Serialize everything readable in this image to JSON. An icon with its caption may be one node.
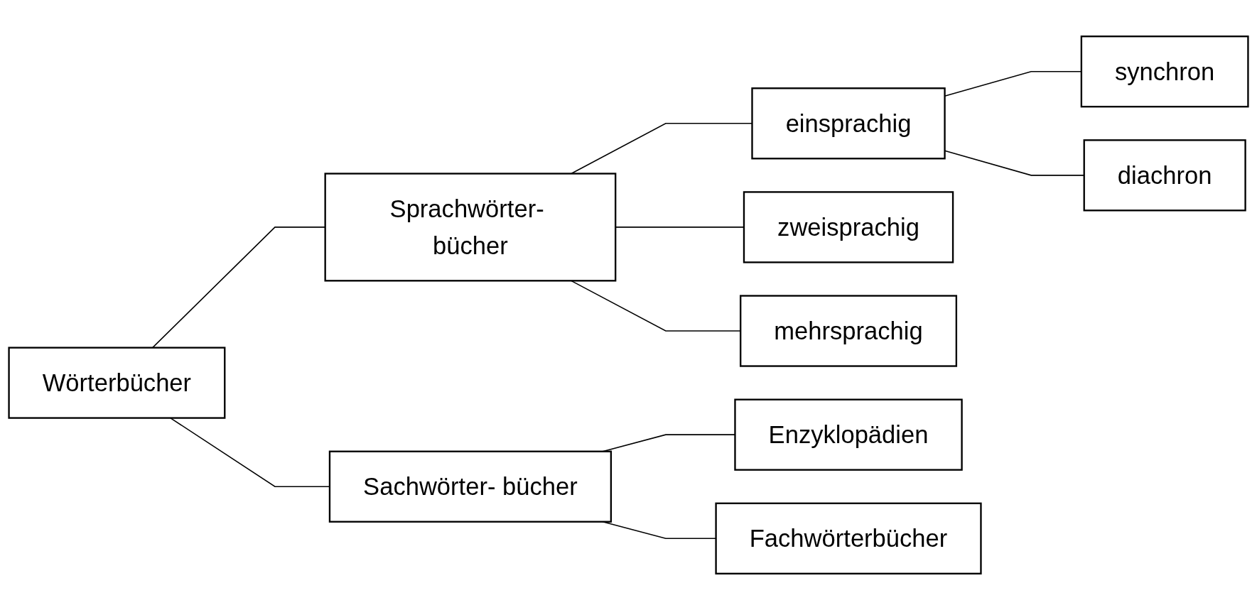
{
  "diagram": {
    "nodes": [
      {
        "text": [
          "Wörterbücher"
        ]
      },
      {
        "text": [
          "Sprachwörter- bücher"
        ]
      },
      {
        "text": [
          "einsprachig"
        ]
      },
      {
        "text": [
          "synchron"
        ]
      },
      {
        "text": [
          "diachron"
        ]
      },
      {
        "text": [
          "zweisprachig"
        ]
      },
      {
        "text": [
          "mehrsprachig"
        ]
      },
      {
        "text": [
          "Sachwörter- bücher"
        ]
      },
      {
        "text": [
          "Enzyklopädien"
        ]
      },
      {
        "text": [
          "Fachwörterbücher"
        ]
      }
    ],
    "edges": [
      {
        "from": 0,
        "to": 1,
        "arrow": "none"
      },
      {
        "from": 0,
        "to": 7,
        "arrow": "none"
      },
      {
        "from": 1,
        "to": 2,
        "arrow": "none"
      },
      {
        "from": 1,
        "to": 5,
        "arrow": "none"
      },
      {
        "from": 1,
        "to": 6,
        "arrow": "none"
      },
      {
        "from": 2,
        "to": 3,
        "arrow": "none"
      },
      {
        "from": 2,
        "to": 4,
        "arrow": "none"
      },
      {
        "from": 7,
        "to": 8,
        "arrow": "none"
      },
      {
        "from": 7,
        "to": 9,
        "arrow": "none"
      }
    ]
  }
}
